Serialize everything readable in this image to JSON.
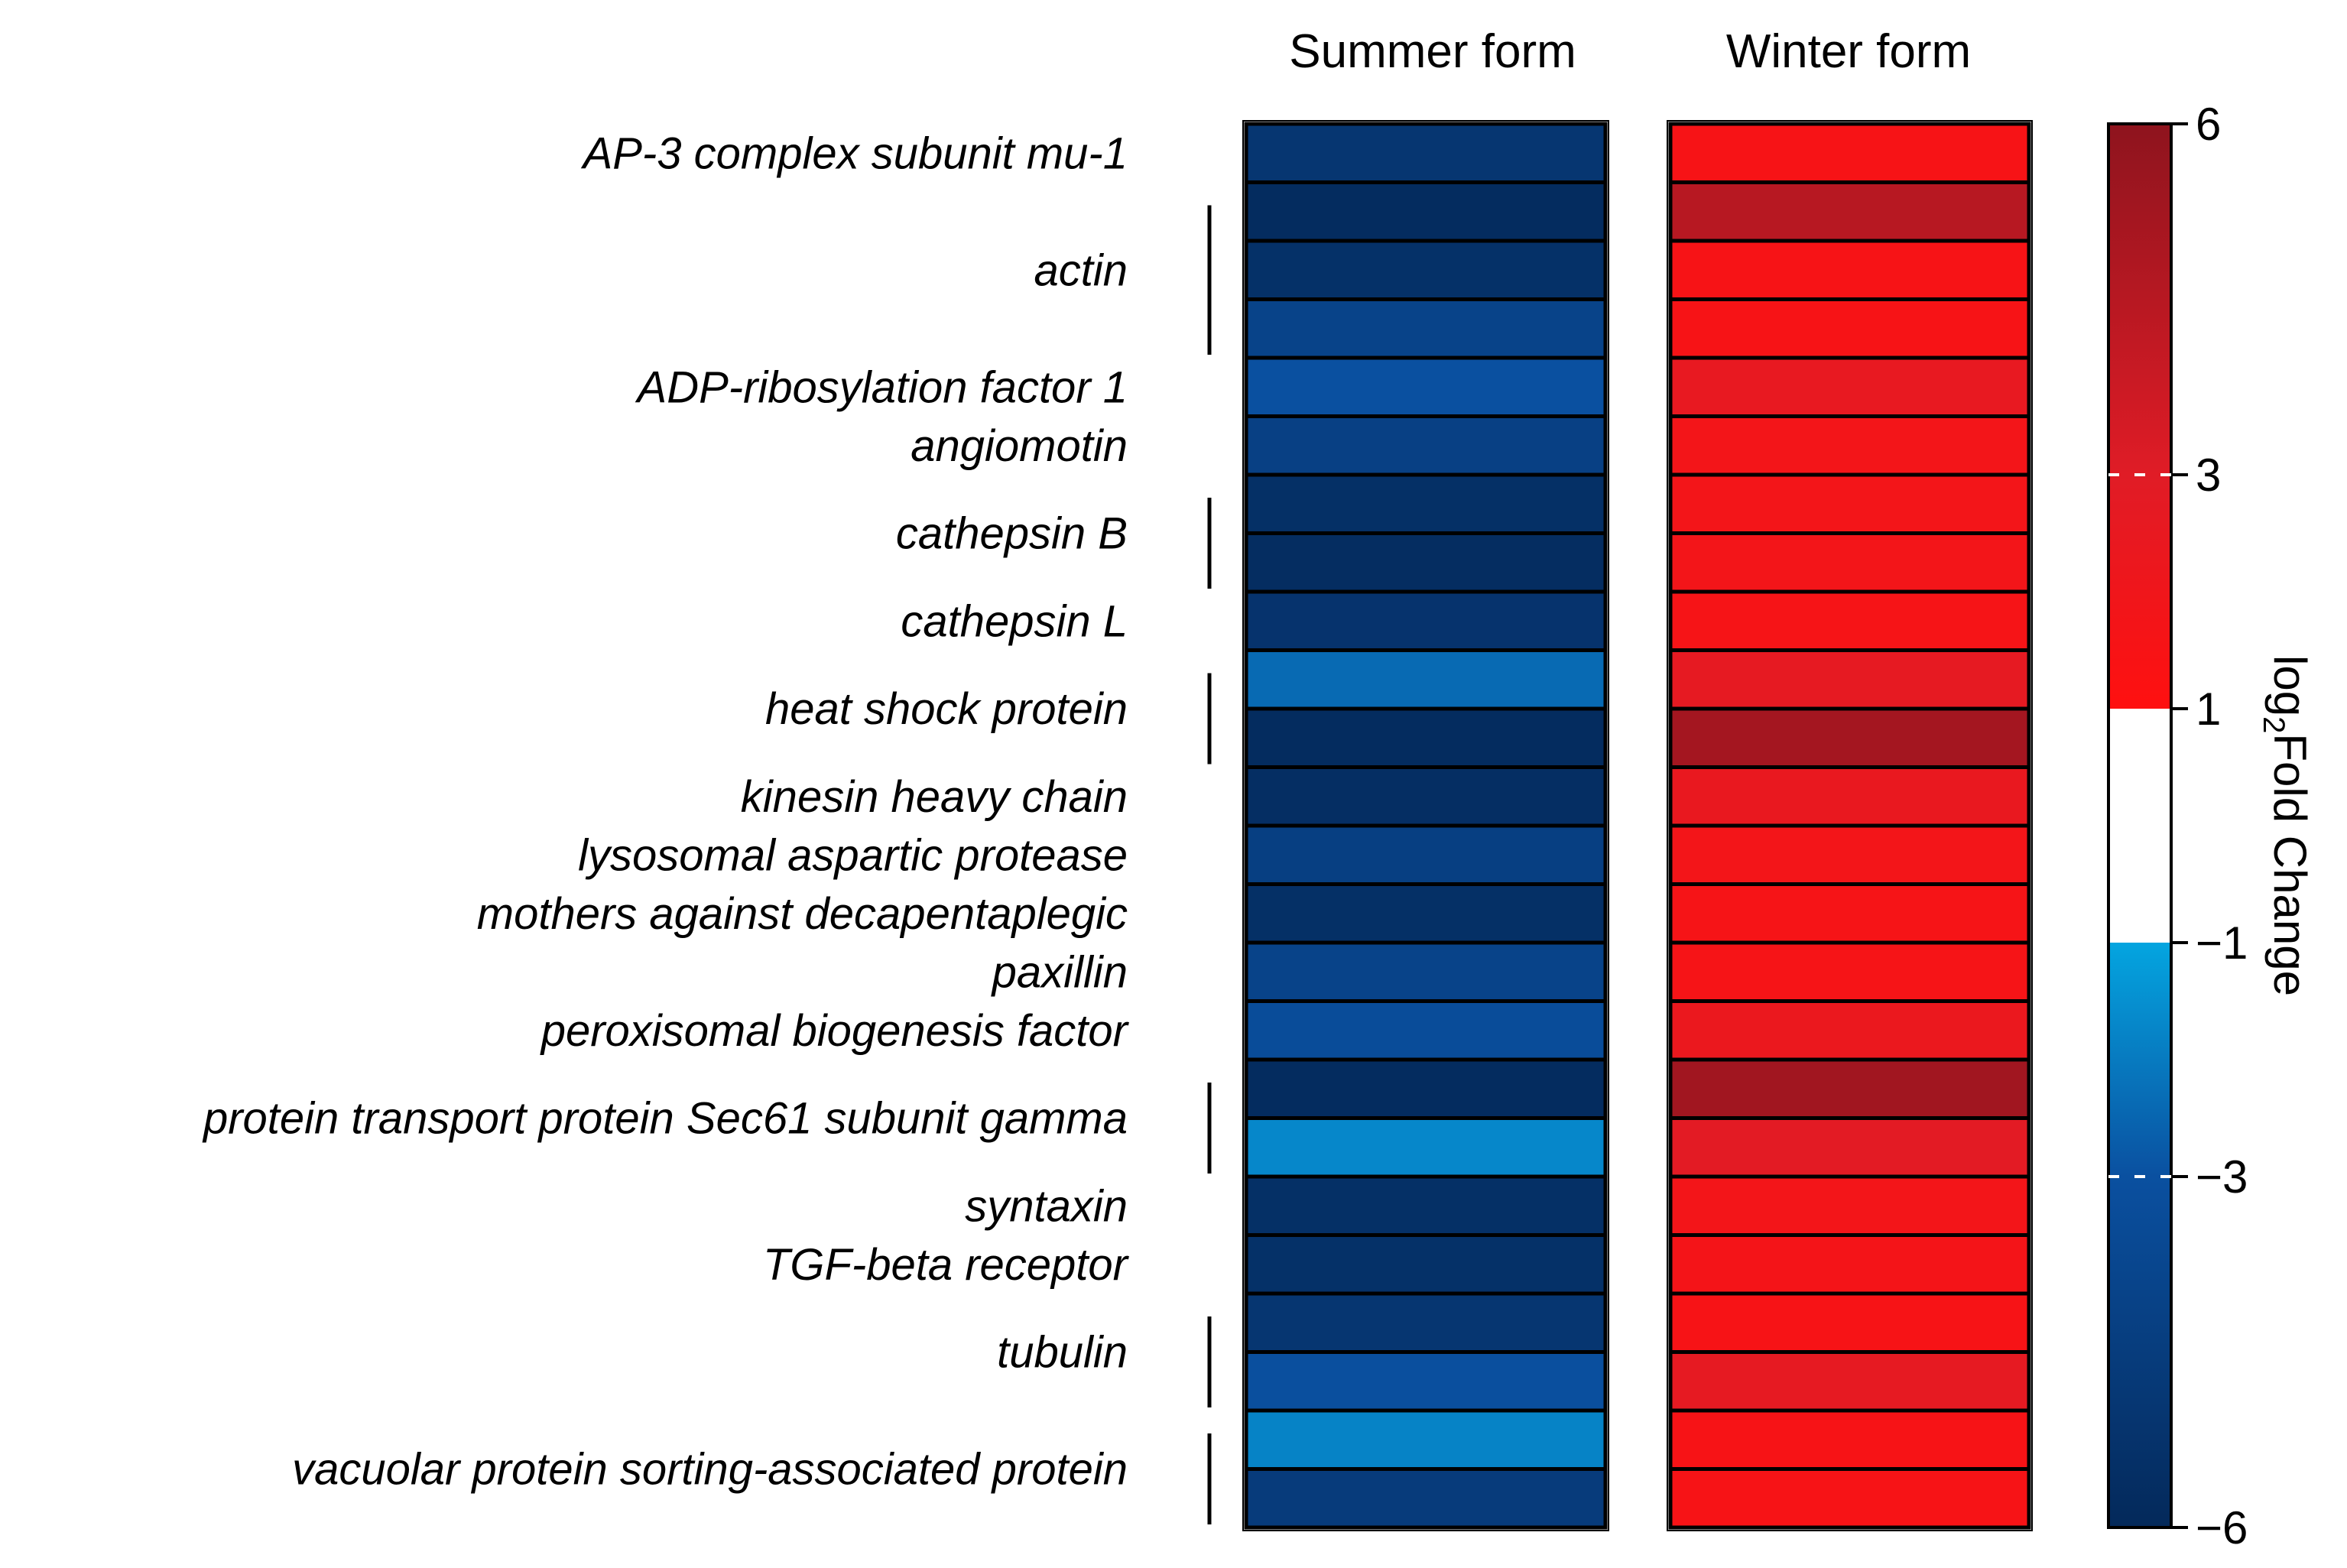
{
  "chart_data": {
    "type": "heatmap",
    "columns": [
      "Summer form",
      "Winter form"
    ],
    "gene_labels": [
      {
        "label": "AP-3 complex subunit mu-1",
        "rows": [
          0,
          0
        ],
        "bracket": false
      },
      {
        "label": "actin",
        "rows": [
          1,
          3
        ],
        "bracket": true
      },
      {
        "label": "ADP-ribosylation factor 1",
        "rows": [
          4,
          4
        ],
        "bracket": false
      },
      {
        "label": "angiomotin",
        "rows": [
          5,
          5
        ],
        "bracket": false
      },
      {
        "label": "cathepsin B",
        "rows": [
          6,
          7
        ],
        "bracket": true
      },
      {
        "label": "cathepsin L",
        "rows": [
          8,
          8
        ],
        "bracket": false
      },
      {
        "label": "heat shock protein",
        "rows": [
          9,
          10
        ],
        "bracket": true
      },
      {
        "label": "kinesin heavy chain",
        "rows": [
          11,
          11
        ],
        "bracket": false
      },
      {
        "label": "lysosomal aspartic protease",
        "rows": [
          12,
          12
        ],
        "bracket": false
      },
      {
        "label": "mothers against decapentaplegic",
        "rows": [
          13,
          13
        ],
        "bracket": false
      },
      {
        "label": "paxillin",
        "rows": [
          14,
          14
        ],
        "bracket": false
      },
      {
        "label": "peroxisomal biogenesis factor",
        "rows": [
          15,
          15
        ],
        "bracket": false
      },
      {
        "label": "protein transport protein Sec61 subunit gamma",
        "rows": [
          16,
          17
        ],
        "bracket": true
      },
      {
        "label": "syntaxin",
        "rows": [
          18,
          18
        ],
        "bracket": false
      },
      {
        "label": "TGF-beta receptor",
        "rows": [
          19,
          19
        ],
        "bracket": false
      },
      {
        "label": "tubulin",
        "rows": [
          20,
          21
        ],
        "bracket": true
      },
      {
        "label": "vacuolar protein sorting-associated protein",
        "rows": [
          22,
          23
        ],
        "bracket": true
      }
    ],
    "rows": [
      {
        "summer": -5.0,
        "winter": 1.5
      },
      {
        "summer": -5.8,
        "winter": 4.5
      },
      {
        "summer": -5.4,
        "winter": 1.5
      },
      {
        "summer": -4.0,
        "winter": 1.5
      },
      {
        "summer": -3.0,
        "winter": 2.5
      },
      {
        "summer": -4.2,
        "winter": 1.8
      },
      {
        "summer": -5.5,
        "winter": 1.8
      },
      {
        "summer": -5.7,
        "winter": 1.8
      },
      {
        "summer": -5.2,
        "winter": 1.6
      },
      {
        "summer": -2.4,
        "winter": 2.6
      },
      {
        "summer": -5.8,
        "winter": 5.2
      },
      {
        "summer": -5.6,
        "winter": 2.4
      },
      {
        "summer": -4.3,
        "winter": 1.8
      },
      {
        "summer": -5.5,
        "winter": 1.6
      },
      {
        "summer": -4.0,
        "winter": 1.6
      },
      {
        "summer": -3.3,
        "winter": 2.3
      },
      {
        "summer": -5.8,
        "winter": 5.3
      },
      {
        "summer": -1.7,
        "winter": 2.8
      },
      {
        "summer": -5.5,
        "winter": 1.8
      },
      {
        "summer": -5.4,
        "winter": 1.7
      },
      {
        "summer": -5.0,
        "winter": 1.5
      },
      {
        "summer": -3.1,
        "winter": 2.6
      },
      {
        "summer": -1.8,
        "winter": 1.5
      },
      {
        "summer": -4.6,
        "winter": 1.5
      }
    ],
    "colorbar": {
      "title": "log",
      "title_sub": "2",
      "title_rest": "Fold Change",
      "ticks": [
        6,
        3,
        1,
        -1,
        -3,
        -6
      ],
      "tick_labels": [
        "6",
        "3",
        "1",
        "−1",
        "−3",
        "−6"
      ],
      "range": [
        -6,
        6
      ],
      "stops": [
        {
          "value": -6,
          "color": "#04295a"
        },
        {
          "value": -3,
          "color": "#0a50a0"
        },
        {
          "value": -1,
          "color": "#04a5e0"
        },
        {
          "value": -1,
          "color": "#ffffff"
        },
        {
          "value": 1,
          "color": "#ffffff"
        },
        {
          "value": 1,
          "color": "#ff1010"
        },
        {
          "value": 3,
          "color": "#e01c26"
        },
        {
          "value": 6,
          "color": "#8e141e"
        }
      ]
    }
  }
}
